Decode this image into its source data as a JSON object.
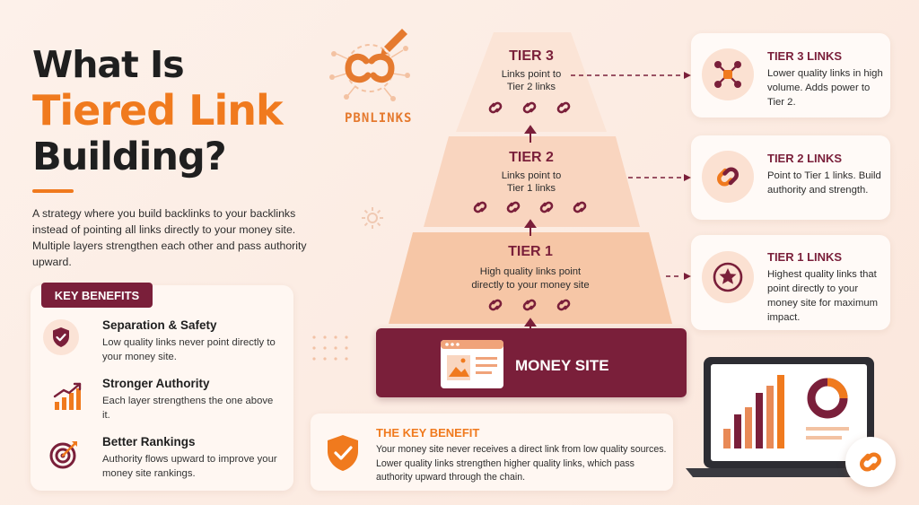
{
  "title": {
    "line1": "What Is",
    "line2": "Tiered Link",
    "line3": "Building?"
  },
  "intro": "A strategy where you build backlinks to your backlinks instead of pointing all links directly to your money site. Multiple layers strengthen each other and pass authority upward.",
  "brand": {
    "name": "PBNLINKS",
    "icon": "chain-link-rocket-logo"
  },
  "key_benefits": {
    "label": "KEY BENEFITS",
    "items": [
      {
        "title": "Separation & Safety",
        "desc": "Low quality links never point directly to your money site.",
        "icon": "shield-check-icon"
      },
      {
        "title": "Stronger Authority",
        "desc": "Each layer strengthens the one above it.",
        "icon": "growth-chart-icon"
      },
      {
        "title": "Better Rankings",
        "desc": "Authority flows upward to improve your money site rankings.",
        "icon": "target-icon"
      }
    ]
  },
  "pyramid": {
    "tier3": {
      "label": "TIER 3",
      "desc_line1": "Links point to",
      "desc_line2": "Tier 2 links"
    },
    "tier2": {
      "label": "TIER 2",
      "desc_line1": "Links point to",
      "desc_line2": "Tier 1 links"
    },
    "tier1": {
      "label": "TIER 1",
      "desc_line1": "High quality links point",
      "desc_line2": "directly to your money site"
    },
    "money_site": {
      "label": "MONEY SITE",
      "icon": "browser-window-icon"
    }
  },
  "tier_cards": [
    {
      "title": "TIER 3 LINKS",
      "desc": "Lower quality links in high volume. Adds power to Tier 2.",
      "icon": "network-nodes-icon"
    },
    {
      "title": "TIER 2 LINKS",
      "desc": "Point to Tier 1 links. Build authority and strength.",
      "icon": "chain-link-icon"
    },
    {
      "title": "TIER 1 LINKS",
      "desc": "Highest quality links that point directly to your money site for maximum impact.",
      "icon": "star-badge-icon"
    }
  ],
  "key_benefit_box": {
    "title": "THE KEY BENEFIT",
    "desc": "Your money site never receives a direct link from low quality sources. Lower quality links strengthen higher quality links, which pass authority upward through the chain.",
    "icon": "shield-check-icon"
  },
  "colors": {
    "accent_orange": "#f07a1e",
    "maroon": "#7a1f3a",
    "tier3_fill": "#fbe4d6",
    "tier2_fill": "#f9d5bf",
    "tier1_fill": "#f6c6a6",
    "background": "#fdf1ea"
  }
}
